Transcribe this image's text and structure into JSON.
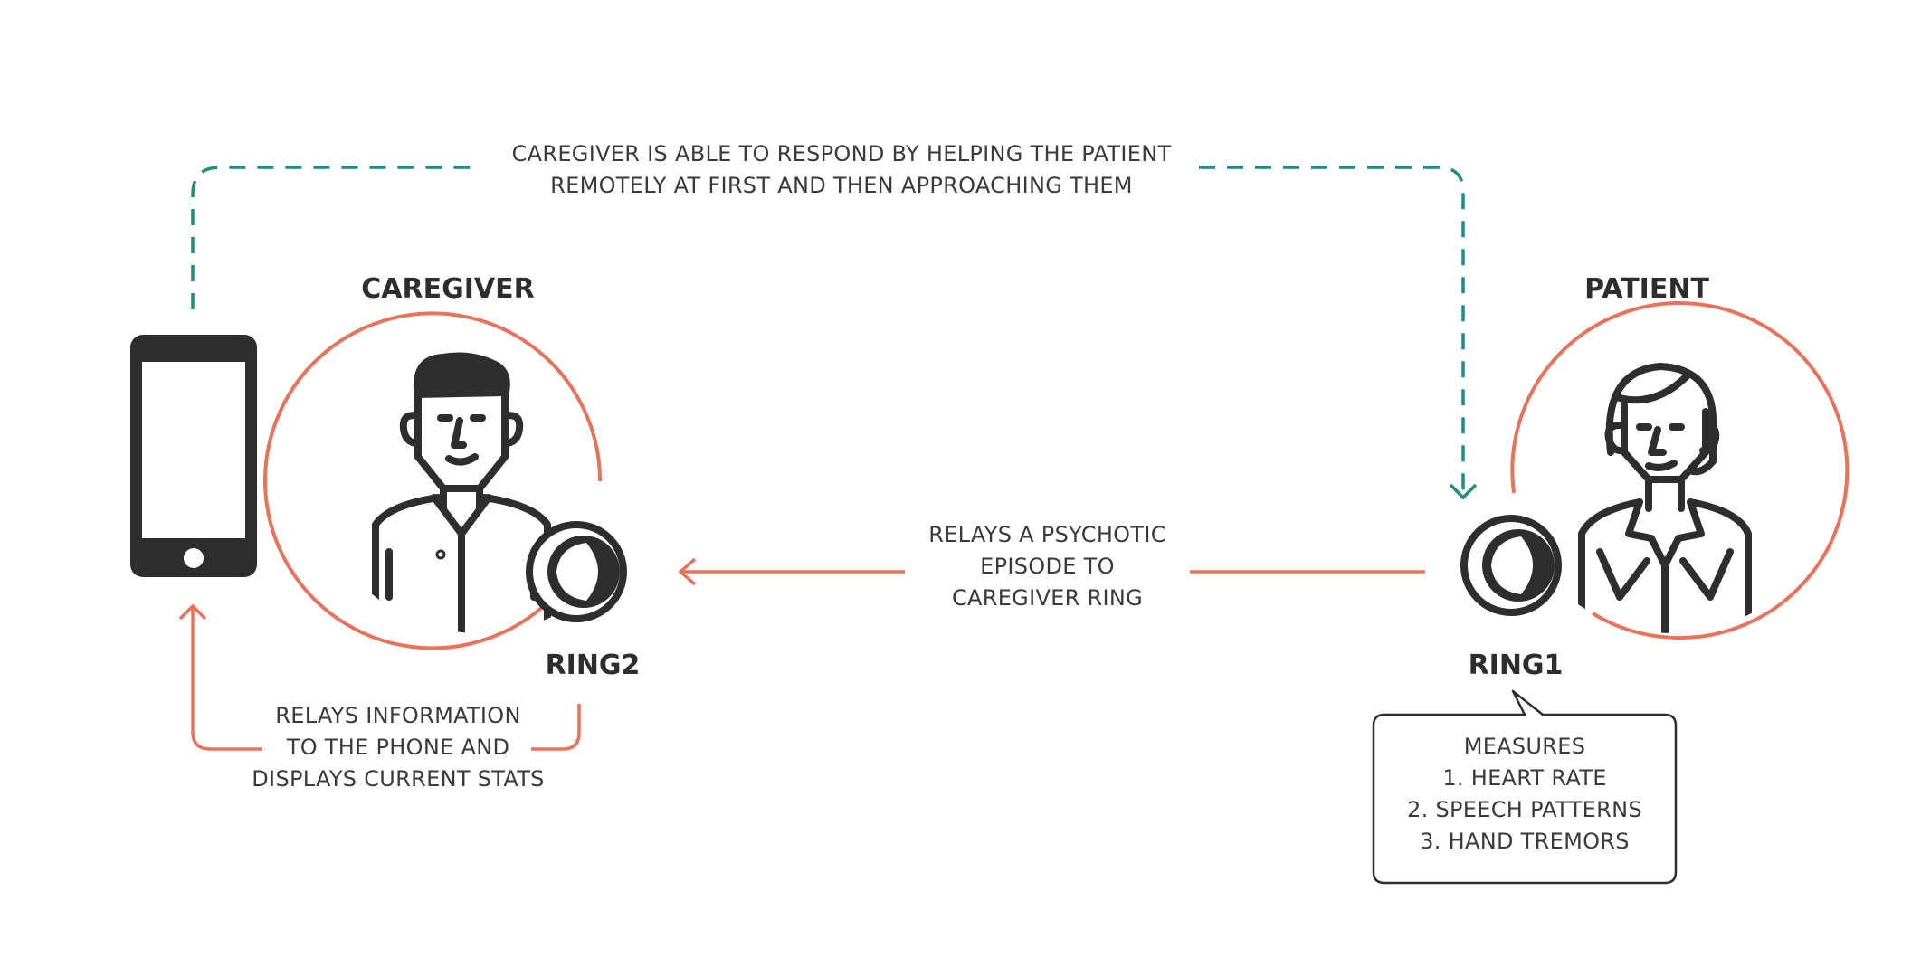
{
  "top_note": {
    "line1": "CAREGIVER IS ABLE TO RESPOND BY HELPING THE PATIENT",
    "line2": "REMOTELY AT FIRST AND THEN APPROACHING THEM"
  },
  "caregiver": {
    "heading": "CAREGIVER",
    "ring_label": "RING2"
  },
  "patient": {
    "heading": "PATIENT",
    "ring_label": "RING1"
  },
  "middle_note": {
    "line1": "RELAYS A PSYCHOTIC",
    "line2": "EPISODE TO",
    "line3": "CAREGIVER RING"
  },
  "phone_note": {
    "line1": "RELAYS INFORMATION",
    "line2": "TO THE PHONE AND",
    "line3": "DISPLAYS CURRENT STATS"
  },
  "measures_box": {
    "title": "MEASURES",
    "items": [
      "1. HEART RATE",
      "2. SPEECH PATTERNS",
      "3. HAND TREMORS"
    ]
  },
  "colors": {
    "accent_orange": "#e8725a",
    "dashed_teal": "#1f8c7c",
    "icon_dark": "#2e2e2e"
  }
}
